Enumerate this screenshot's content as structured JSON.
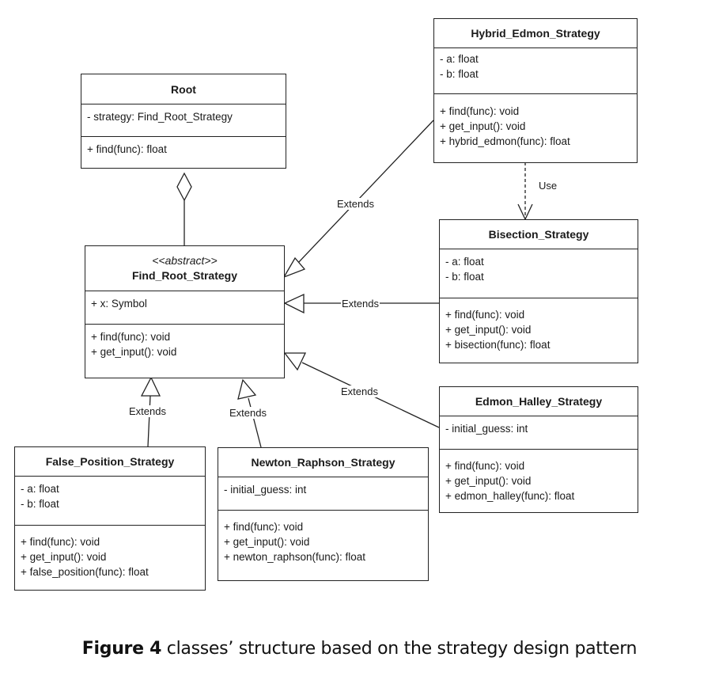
{
  "classes": {
    "root": {
      "name": "Root",
      "attributes": [
        "- strategy: Find_Root_Strategy"
      ],
      "methods": [
        "+ find(func): float"
      ]
    },
    "find_root_strategy": {
      "stereotype": "<<abstract>>",
      "name": "Find_Root_Strategy",
      "attributes": [
        "+ x: Symbol"
      ],
      "methods": [
        "+ find(func): void",
        "+ get_input(): void"
      ]
    },
    "hybrid_edmon_strategy": {
      "name": "Hybrid_Edmon_Strategy",
      "attributes": [
        "- a: float",
        "- b: float"
      ],
      "methods": [
        "+ find(func): void",
        "+ get_input(): void",
        "+ hybrid_edmon(func): float"
      ]
    },
    "bisection_strategy": {
      "name": "Bisection_Strategy",
      "attributes": [
        "- a: float",
        "- b: float"
      ],
      "methods": [
        "+ find(func): void",
        "+ get_input(): void",
        "+ bisection(func): float"
      ]
    },
    "edmon_halley_strategy": {
      "name": "Edmon_Halley_Strategy",
      "attributes": [
        "- initial_guess: int"
      ],
      "methods": [
        "+ find(func): void",
        "+ get_input(): void",
        "+ edmon_halley(func): float"
      ]
    },
    "false_position_strategy": {
      "name": "False_Position_Strategy",
      "attributes": [
        "- a: float",
        "- b: float"
      ],
      "methods": [
        "+ find(func): void",
        "+ get_input(): void",
        "+ false_position(func): float"
      ]
    },
    "newton_raphson_strategy": {
      "name": "Newton_Raphson_Strategy",
      "attributes": [
        "- initial_guess: int"
      ],
      "methods": [
        "+ find(func): void",
        "+ get_input(): void",
        "+ newton_raphson(func): float"
      ]
    }
  },
  "relations": {
    "hybrid_extends": "Extends",
    "bisection_extends": "Extends",
    "edmon_halley_extends": "Extends",
    "false_position_extends": "Extends",
    "newton_raphson_extends": "Extends",
    "hybrid_uses_bisection": "Use"
  },
  "caption": {
    "label": "Figure 4",
    "text": " classes’ structure based on the strategy design pattern"
  }
}
